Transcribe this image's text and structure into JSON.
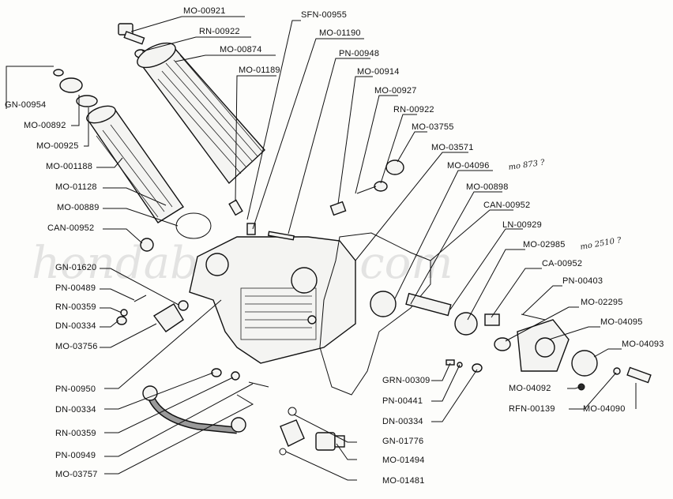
{
  "watermark": "hondaboyclub.com",
  "notes": {
    "note1": "mo 873 ?",
    "note2": "mo 2510 ?"
  },
  "labels": [
    {
      "id": "MO-00921",
      "text": "MO-00921"
    },
    {
      "id": "RN-00922a",
      "text": "RN-00922"
    },
    {
      "id": "MO-00874",
      "text": "MO-00874"
    },
    {
      "id": "MO-01189",
      "text": "MO-01189"
    },
    {
      "id": "SFN-00955",
      "text": "SFN-00955"
    },
    {
      "id": "MO-01190",
      "text": "MO-01190"
    },
    {
      "id": "PN-00948",
      "text": "PN-00948"
    },
    {
      "id": "MO-00914",
      "text": "MO-00914"
    },
    {
      "id": "MO-00927",
      "text": "MO-00927"
    },
    {
      "id": "RN-00922b",
      "text": "RN-00922"
    },
    {
      "id": "MO-03755",
      "text": "MO-03755"
    },
    {
      "id": "MO-03571",
      "text": "MO-03571"
    },
    {
      "id": "MO-04096",
      "text": "MO-04096"
    },
    {
      "id": "MO-00898",
      "text": "MO-00898"
    },
    {
      "id": "CAN-00952a",
      "text": "CAN-00952"
    },
    {
      "id": "LN-00929",
      "text": "LN-00929"
    },
    {
      "id": "MO-02985",
      "text": "MO-02985"
    },
    {
      "id": "CA-00952",
      "text": "CA-00952"
    },
    {
      "id": "PN-00403",
      "text": "PN-00403"
    },
    {
      "id": "MO-02295",
      "text": "MO-02295"
    },
    {
      "id": "MO-04095",
      "text": "MO-04095"
    },
    {
      "id": "MO-04093",
      "text": "MO-04093"
    },
    {
      "id": "GN-00954",
      "text": "GN-00954"
    },
    {
      "id": "MO-00892",
      "text": "MO-00892"
    },
    {
      "id": "MO-00925",
      "text": "MO-00925"
    },
    {
      "id": "MO-001188",
      "text": "MO-001188"
    },
    {
      "id": "MO-01128",
      "text": "MO-01128"
    },
    {
      "id": "MO-00889",
      "text": "MO-00889"
    },
    {
      "id": "CAN-00952b",
      "text": "CAN-00952"
    },
    {
      "id": "GN-01620",
      "text": "GN-01620"
    },
    {
      "id": "PN-00489",
      "text": "PN-00489"
    },
    {
      "id": "RN-00359a",
      "text": "RN-00359"
    },
    {
      "id": "DN-00334a",
      "text": "DN-00334"
    },
    {
      "id": "MO-03756",
      "text": "MO-03756"
    },
    {
      "id": "PN-00950",
      "text": "PN-00950"
    },
    {
      "id": "DN-00334b",
      "text": "DN-00334"
    },
    {
      "id": "RN-00359b",
      "text": "RN-00359"
    },
    {
      "id": "PN-00949",
      "text": "PN-00949"
    },
    {
      "id": "MO-03757",
      "text": "MO-03757"
    },
    {
      "id": "GRN-00309",
      "text": "GRN-00309"
    },
    {
      "id": "PN-00441",
      "text": "PN-00441"
    },
    {
      "id": "DN-00334c",
      "text": "DN-00334"
    },
    {
      "id": "GN-01776",
      "text": "GN-01776"
    },
    {
      "id": "MO-01494",
      "text": "MO-01494"
    },
    {
      "id": "MO-01481",
      "text": "MO-01481"
    },
    {
      "id": "MO-04092",
      "text": "MO-04092"
    },
    {
      "id": "RFN-00139",
      "text": "RFN-00139"
    },
    {
      "id": "MO-04090",
      "text": "MO-04090"
    }
  ]
}
